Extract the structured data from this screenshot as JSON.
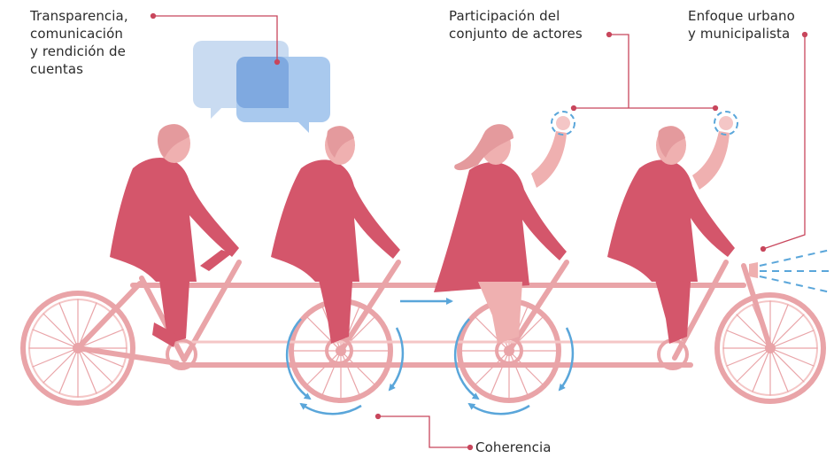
{
  "labels": {
    "transparency": [
      "Transparencia,",
      "comunicación",
      "y rendición de",
      "cuentas"
    ],
    "participation": [
      "Participación del",
      "conjunto de actores"
    ],
    "urban": [
      "Enfoque urbano",
      "y municipalista"
    ],
    "coherence": "Coherencia"
  },
  "colors": {
    "body_red": "#d4566b",
    "skin_pink": "#efb0b0",
    "bike_pink": "#e9a4a8",
    "light_pink": "#f4c6c6",
    "line_red": "#c8465c",
    "arrow_blue": "#5aa6da",
    "bubble_light": "#c9dbf1",
    "bubble_mid": "#a9c9ee",
    "bubble_dark": "#7fa9e0",
    "text": "#2b2b2b"
  }
}
